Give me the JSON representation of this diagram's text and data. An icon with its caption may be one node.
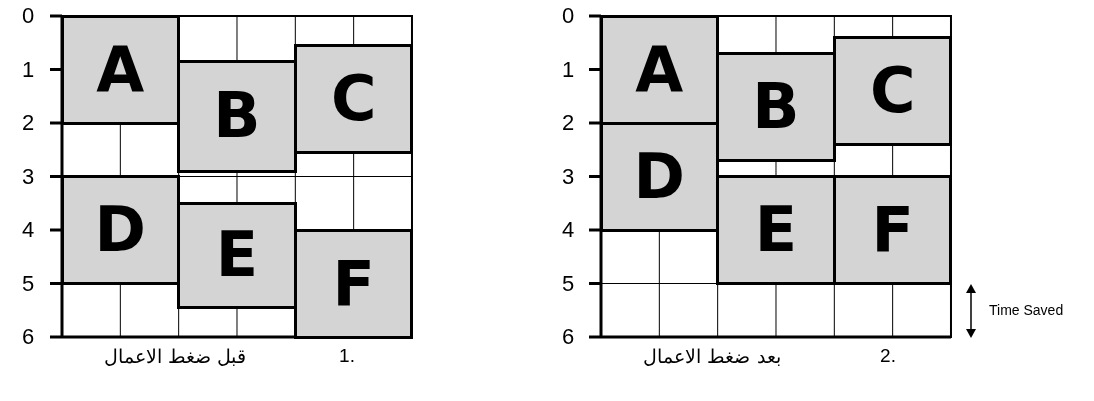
{
  "diagram": {
    "nodes": [
      {
        "text": [
          "A"
        ]
      },
      {
        "text": [
          "B"
        ]
      },
      {
        "text": [
          "C"
        ]
      },
      {
        "text": [
          "D"
        ]
      },
      {
        "text": [
          "E"
        ]
      },
      {
        "text": [
          "F"
        ]
      },
      {
        "text": [
          "A"
        ]
      },
      {
        "text": [
          "B"
        ]
      },
      {
        "text": [
          "C"
        ]
      },
      {
        "text": [
          "D"
        ]
      },
      {
        "text": [
          "E"
        ]
      },
      {
        "text": [
          "F"
        ]
      }
    ],
    "edges": [],
    "labels": [
      "0",
      "1",
      "2",
      "3",
      "4",
      "5",
      "6",
      "1.",
      "قبل ضغط الاعمال",
      "0",
      "1",
      "2",
      "3",
      "4",
      "5",
      "6",
      "Time Saved",
      "2.",
      "بعد ضغط الاعمال"
    ]
  }
}
